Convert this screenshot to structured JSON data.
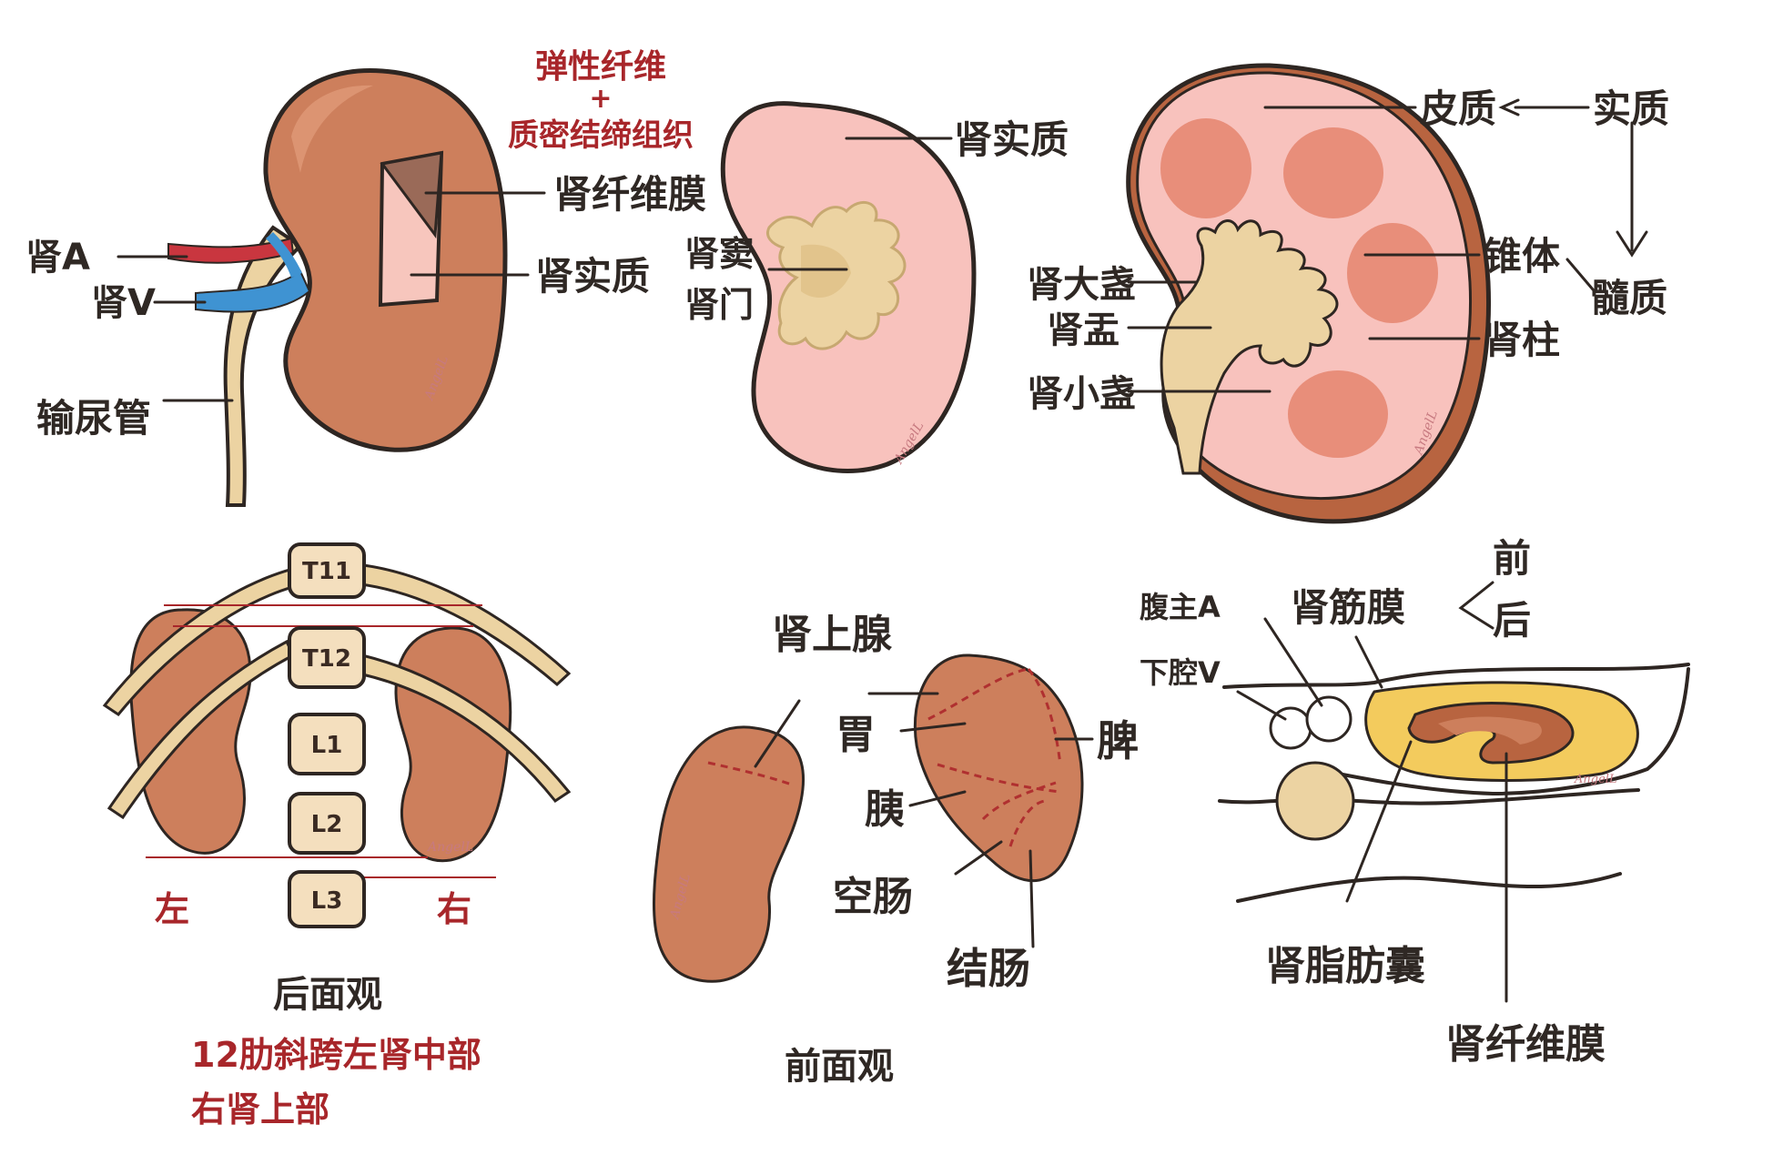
{
  "colors": {
    "kidney": "#cd7f5c",
    "kidney_dark": "#b86440",
    "cortex": "#f8c2bd",
    "pyramid": "#e88e7a",
    "sinus": "#ecd3a2",
    "artery": "#c9363f",
    "vein": "#3f93d2",
    "fat": "#f3cb5d",
    "red_text": "#a8262a",
    "ink": "#2e2622"
  },
  "panel1": {
    "annotation_red": [
      "弹性纤维",
      "+",
      "质密结缔组织"
    ],
    "fibrous_capsule": "肾纤维膜",
    "parenchyma": "肾实质",
    "artery": "肾A",
    "vein": "肾V",
    "ureter": "输尿管"
  },
  "panel2": {
    "parenchyma": "肾实质",
    "sinus": "肾窦",
    "hilum": "肾门"
  },
  "panel3": {
    "cortex": "皮质",
    "parenchyma": "实质",
    "pyramid": "锥体",
    "medulla": "髓质",
    "major_calyx": "肾大盏",
    "pelvis": "肾盂",
    "minor_calyx": "肾小盏",
    "renal_column": "肾柱"
  },
  "panel4": {
    "vertebrae": [
      "T11",
      "T12",
      "L1",
      "L2",
      "L3"
    ],
    "left": "左",
    "right": "右",
    "title": "后面观",
    "note_lines": [
      "12肋斜跨左肾中部",
      "右肾上部"
    ]
  },
  "panel5": {
    "adrenal": "肾上腺",
    "stomach": "胃",
    "spleen": "脾",
    "pancreas": "胰",
    "jejunum": "空肠",
    "colon": "结肠",
    "title": "前面观"
  },
  "panel6": {
    "aorta": "腹主A",
    "ivc": "下腔V",
    "renal_fascia": "肾筋膜",
    "anterior": "前",
    "posterior": "后",
    "adipose_capsule": "肾脂肪囊",
    "fibrous_capsule": "肾纤维膜"
  },
  "signature": "AngelL"
}
